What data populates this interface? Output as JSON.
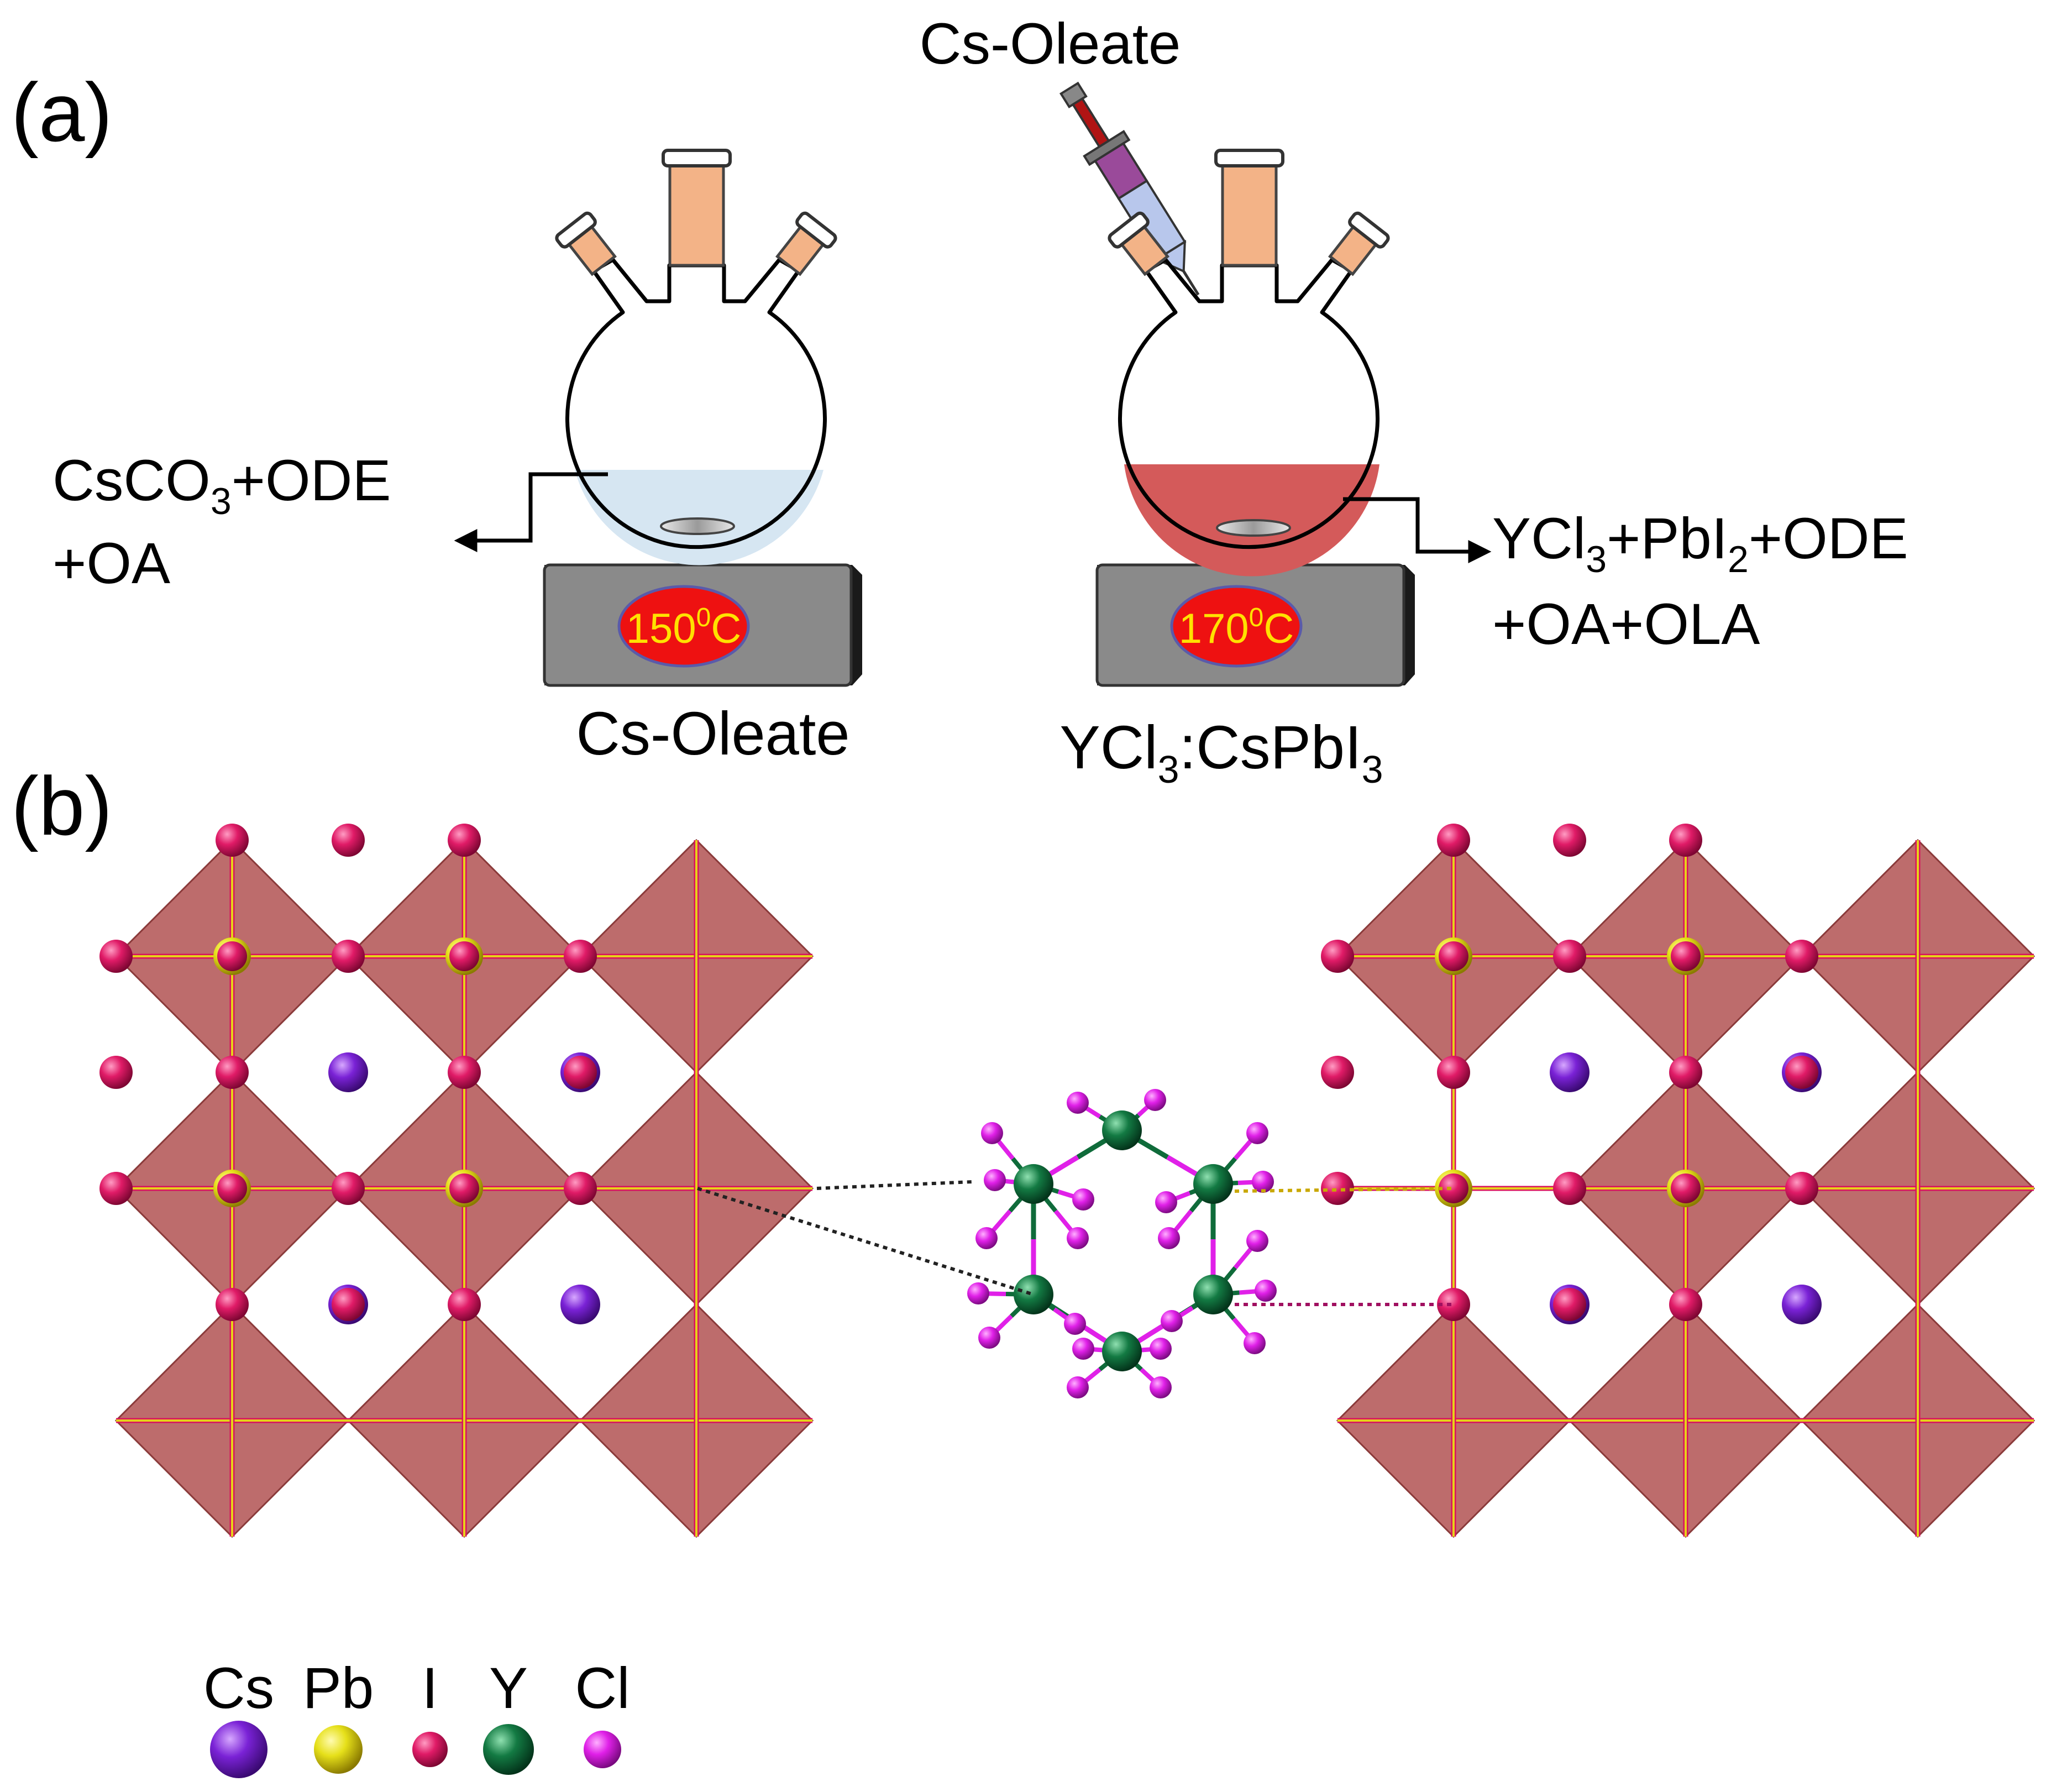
{
  "panel_a": {
    "label": "(a)",
    "syringe_label": "Cs-Oleate",
    "left_flask": {
      "reagent_line1": {
        "a": "CsCO",
        "sub": "3",
        "b": "+ODE"
      },
      "reagent_line2": "+OA",
      "temperature": {
        "num": "150",
        "sup": "0",
        "unit": "C"
      },
      "caption": "Cs-Oleate",
      "solution_color": "#d6e6f2"
    },
    "right_flask": {
      "reagent_line1": {
        "a": "YCl",
        "sub1": "3",
        "b": "+PbI",
        "sub2": "2",
        "c": "+ODE"
      },
      "reagent_line2": "+OA+OLA",
      "temperature": {
        "num": "170",
        "sup": "0",
        "unit": "C"
      },
      "caption": {
        "a": "YCl",
        "sub1": "3",
        "b": ":CsPbI",
        "sub2": "3"
      },
      "solution_color": "#d45a5a"
    }
  },
  "panel_b": {
    "label": "(b)"
  },
  "legend": [
    {
      "symbol": "Cs",
      "color": "#7b22d6"
    },
    {
      "symbol": "Pb",
      "color": "#e6e01a"
    },
    {
      "symbol": "I",
      "color": "#d8145e"
    },
    {
      "symbol": "Y",
      "color": "#0f6b3a"
    },
    {
      "symbol": "Cl",
      "color": "#e020e8"
    }
  ],
  "colors": {
    "octahedron": "#b7605f",
    "heater_body": "#8a8a8a",
    "heater_dial": "#ee1111",
    "dial_text": "#ffe100",
    "neck_stopper": "#f3b387",
    "iodine": "#d8145e",
    "lead_bond": "#e6d21a",
    "cesium": "#7b22d6",
    "yttrium": "#0f6b3a",
    "chlorine": "#e020e8"
  }
}
